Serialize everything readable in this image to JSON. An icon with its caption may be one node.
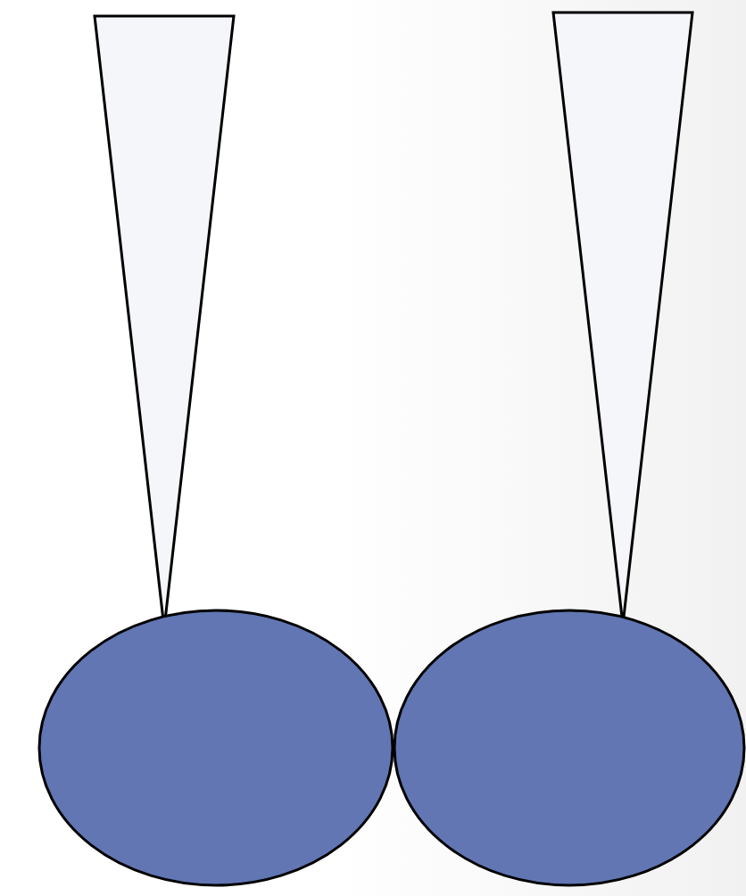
{
  "diagram": {
    "nodes": [
      {
        "text": [],
        "shape": "triangle"
      },
      {
        "text": [],
        "shape": "triangle"
      },
      {
        "text": [],
        "shape": "ellipse"
      },
      {
        "text": [],
        "shape": "ellipse"
      }
    ]
  }
}
